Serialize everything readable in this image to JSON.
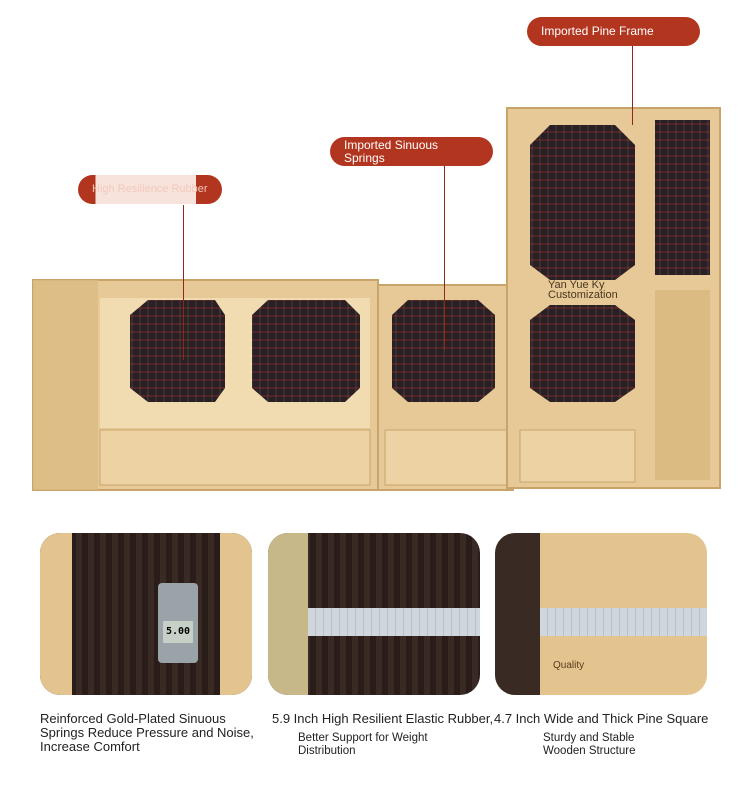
{
  "callouts": {
    "pine_frame": "Imported Pine Frame",
    "sinuous_springs": "Imported Sinuous Springs",
    "rubber": "High Resilience Rubber"
  },
  "watermark": "Yan Yue Ky Customization",
  "photos": [
    {
      "title": "Reinforced Gold-Plated Sinuous Springs Reduce Pressure and Noise, Increase Comfort",
      "subtitle": ""
    },
    {
      "title": "5.9 Inch High Resilient Elastic Rubber,",
      "subtitle": "Better Support for Weight Distribution"
    },
    {
      "title": "4.7 Inch Wide and Thick Pine Square",
      "subtitle": "Sturdy and Stable Wooden Structure",
      "overlay": "Quality"
    }
  ],
  "caliper_reading": "5.00",
  "colors": {
    "accent": "#b2361f",
    "wood": "#e3c48f",
    "wood_dark": "#c9a46a",
    "webbing": "#2a1f22"
  }
}
